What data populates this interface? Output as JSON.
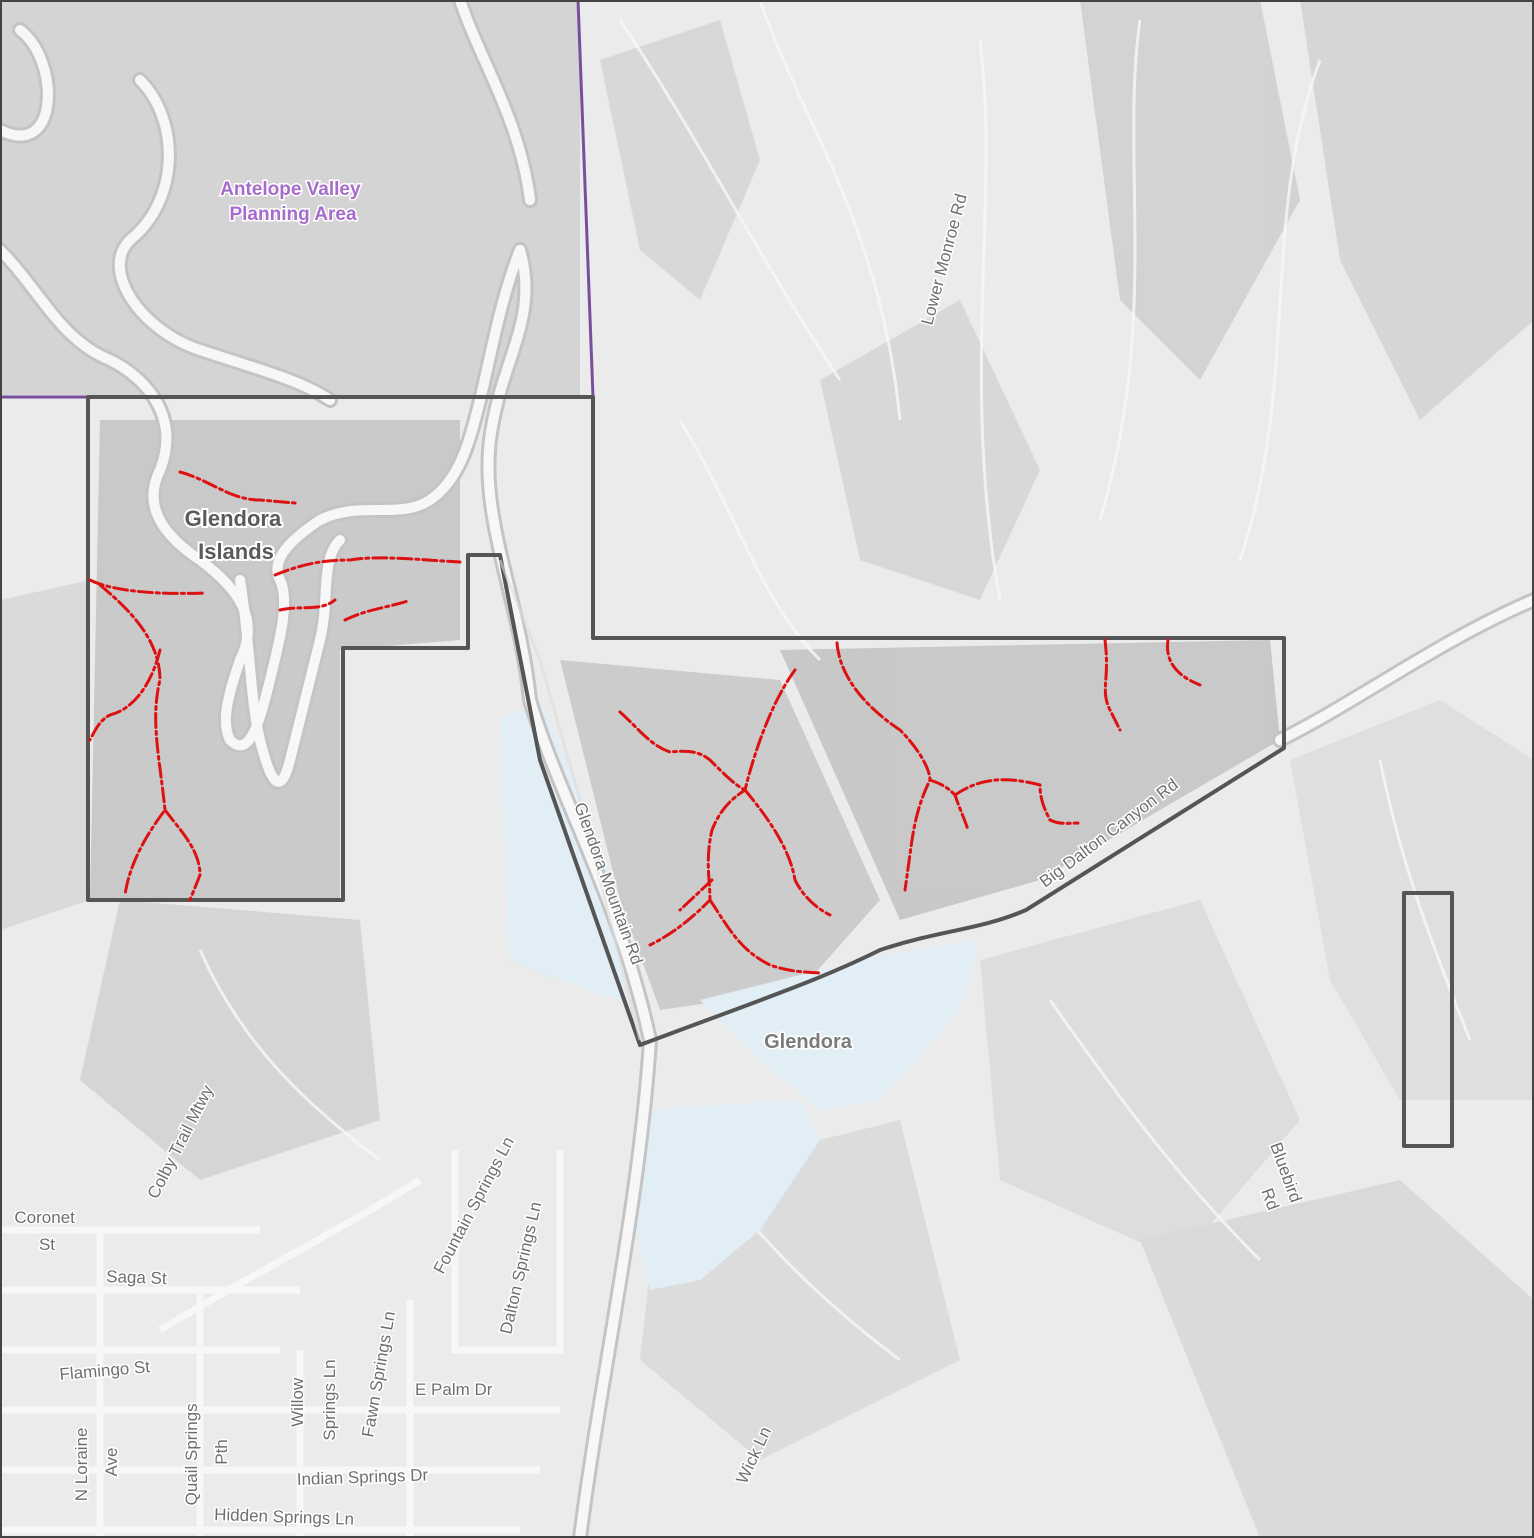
{
  "map": {
    "area_labels": {
      "planning_area": "Antelope Valley\nPlanning Area",
      "glendora_islands": "Glendora\nIslands",
      "glendora": "Glendora"
    },
    "roads": {
      "lower_monroe": "Lower Monroe Rd",
      "glendora_mountain": "Glendora Mountain Rd",
      "big_dalton_canyon": "Big Dalton Canyon Rd",
      "colby_trail": "Colby Trail Mtwy",
      "fountain_springs": "Fountain Springs Ln",
      "dalton_springs": "Dalton Springs Ln",
      "coronet": "Coronet\nSt",
      "saga": "Saga St",
      "flamingo": "Flamingo St",
      "willow_springs": "Willow\nSprings Ln",
      "fawn_springs": "Fawn Springs Ln",
      "e_palm": "E Palm Dr",
      "n_loraine": "N Loraine\nAve",
      "quail_springs": "Quail Springs\nPth",
      "indian_springs": "Indian Springs Dr",
      "hidden_springs": "Hidden Springs Ln",
      "wick": "Wick Ln",
      "bluebird": "Bluebird\nRd"
    },
    "colors": {
      "planning_boundary": "#7b4e9b",
      "planning_label": "#a66ccc",
      "boundary": "#555555",
      "stream": "#dd1111",
      "water": "#e2eef5",
      "terrain": "#ebebeb",
      "road_casing": "#c4c4c4",
      "road_fill": "#f7f7f7"
    }
  }
}
